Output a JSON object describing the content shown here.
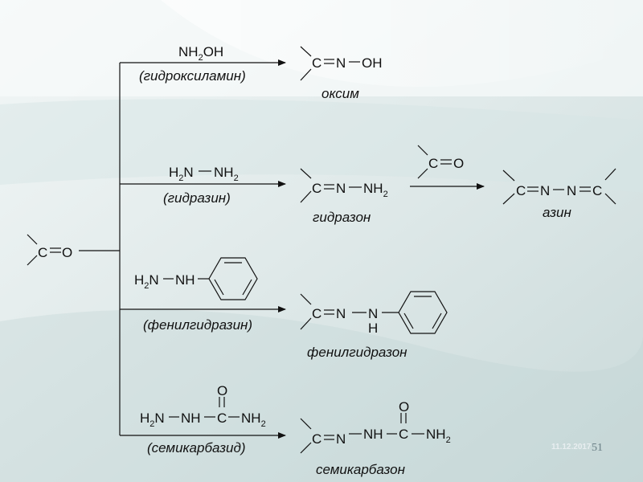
{
  "reactant": {
    "c": "C",
    "o": "O"
  },
  "oxime": {
    "reagent": {
      "main": "NH",
      "sub": "2",
      "rest": "OH"
    },
    "reagent_name": "(гидроксиламин)",
    "product": {
      "c": "C",
      "n": "N",
      "oh": "OH"
    },
    "product_name": "оксим"
  },
  "hydrazone": {
    "reagent": {
      "h": "H",
      "h_sub": "2",
      "n1": "N",
      "nh": "NH",
      "nh_sub": "2"
    },
    "reagent_name": "(гидразин)",
    "product": {
      "c": "C",
      "n": "N",
      "nh": "NH",
      "nh_sub": "2"
    },
    "product_name": "гидразон"
  },
  "azine": {
    "reagent": {
      "c": "C",
      "o": "O"
    },
    "product": {
      "c1": "C",
      "n1": "N",
      "n2": "N",
      "c2": "C"
    },
    "product_name": "азин"
  },
  "phenylhydrazone": {
    "reagent": {
      "h": "H",
      "h_sub": "2",
      "n": "N",
      "nh": "NH"
    },
    "reagent_name": "(фенилгидразин)",
    "product": {
      "c": "C",
      "n1": "N",
      "n2": "N",
      "h": "H"
    },
    "product_name": "фенилгидразон"
  },
  "semicarbazone": {
    "reagent": {
      "h": "H",
      "h_sub": "2",
      "n": "N",
      "nh": "NH",
      "c": "C",
      "o": "O",
      "nh2": "NH",
      "nh2_sub": "2"
    },
    "reagent_name": "(семикарбазид)",
    "product": {
      "c": "C",
      "n": "N",
      "nh": "NH",
      "c2": "C",
      "o": "O",
      "nh2": "NH",
      "nh2_sub": "2"
    },
    "product_name": "семикарбазон"
  },
  "footer": {
    "date": "11.12.2017",
    "page": "51"
  }
}
